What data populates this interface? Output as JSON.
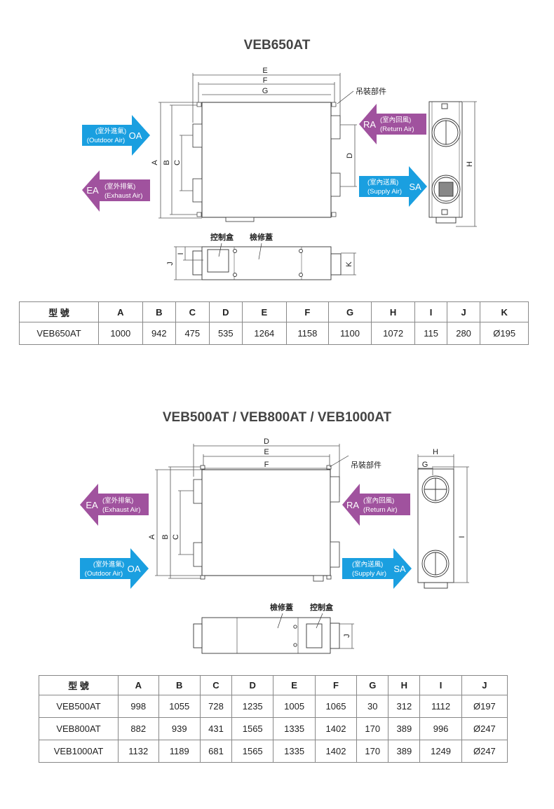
{
  "section1": {
    "title": "VEB650AT",
    "dims_top": [
      "E",
      "F",
      "G"
    ],
    "dims_side": [
      "A",
      "B",
      "C",
      "D",
      "H"
    ],
    "dims_bottom": [
      "I",
      "J",
      "K"
    ],
    "hanger_label": "吊裝部件",
    "control_box_label": "控制盒",
    "access_cover_label": "檢修蓋",
    "arrows": {
      "oa": {
        "code": "OA",
        "cn": "(室外進氣)",
        "en": "(Outdoor Air)"
      },
      "ea": {
        "code": "EA",
        "cn": "(室外排氣)",
        "en": "(Exhaust Air)"
      },
      "ra": {
        "code": "RA",
        "cn": "(室內回風)",
        "en": "(Return Air)"
      },
      "sa": {
        "code": "SA",
        "cn": "(室內送風)",
        "en": "(Supply Air)"
      }
    },
    "table": {
      "headers": [
        "型 號",
        "A",
        "B",
        "C",
        "D",
        "E",
        "F",
        "G",
        "H",
        "I",
        "J",
        "K"
      ],
      "rows": [
        [
          "VEB650AT",
          "1000",
          "942",
          "475",
          "535",
          "1264",
          "1158",
          "1100",
          "1072",
          "115",
          "280",
          "Ø195"
        ]
      ]
    }
  },
  "section2": {
    "title": "VEB500AT / VEB800AT / VEB1000AT",
    "dims_top": [
      "D",
      "E",
      "F"
    ],
    "dims_side": [
      "A",
      "B",
      "C",
      "I"
    ],
    "dims_end": [
      "H",
      "G"
    ],
    "dims_bottom": [
      "J"
    ],
    "hanger_label": "吊裝部件",
    "control_box_label": "控制盒",
    "access_cover_label": "檢修蓋",
    "arrows": {
      "ea": {
        "code": "EA",
        "cn": "(室外排氣)",
        "en": "(Exhaust Air)"
      },
      "oa": {
        "code": "OA",
        "cn": "(室外進氣)",
        "en": "(Outdoor Air)"
      },
      "ra": {
        "code": "RA",
        "cn": "(室內回風)",
        "en": "(Return Air)"
      },
      "sa": {
        "code": "SA",
        "cn": "(室內送風)",
        "en": "(Supply Air)"
      }
    },
    "table": {
      "headers": [
        "型 號",
        "A",
        "B",
        "C",
        "D",
        "E",
        "F",
        "G",
        "H",
        "I",
        "J"
      ],
      "rows": [
        [
          "VEB500AT",
          "998",
          "1055",
          "728",
          "1235",
          "1005",
          "1065",
          "30",
          "312",
          "1112",
          "Ø197"
        ],
        [
          "VEB800AT",
          "882",
          "939",
          "431",
          "1565",
          "1335",
          "1402",
          "170",
          "389",
          "996",
          "Ø247"
        ],
        [
          "VEB1000AT",
          "1132",
          "1189",
          "681",
          "1565",
          "1335",
          "1402",
          "170",
          "389",
          "1249",
          "Ø247"
        ]
      ]
    }
  },
  "colors": {
    "blue_arrow": "#1a9fe0",
    "purple_arrow": "#a0529e",
    "line": "#444444"
  }
}
